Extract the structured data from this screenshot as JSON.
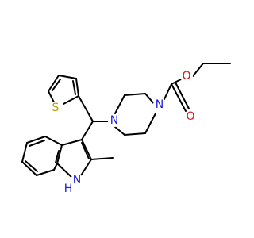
{
  "molecule": {
    "atom_labels": {
      "sulfur": "S",
      "indole_nitrogen": "N",
      "indole_hydrogen": "H",
      "piperazine_n_left": "N",
      "piperazine_n_right": "N",
      "ester_oxygen": "O",
      "carbonyl_oxygen": "O"
    },
    "colors": {
      "bond": "#000000",
      "sulfur": "#b8a000",
      "nitrogen": "#1a1adc",
      "oxygen": "#e01010"
    }
  }
}
